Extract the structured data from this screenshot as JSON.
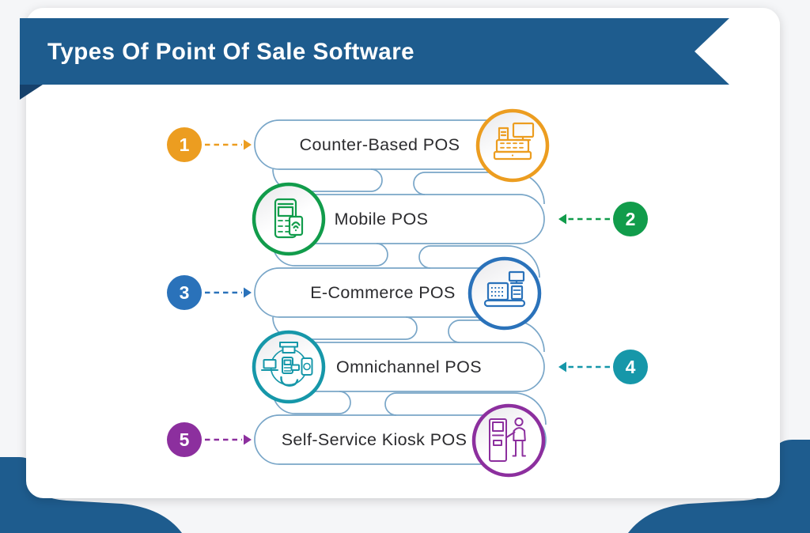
{
  "title": {
    "text": "Types Of Point Of Sale Software",
    "banner_color": "#1E5C8E",
    "fold_color": "#16416B",
    "text_color": "#FFFFFF"
  },
  "connector_color": "#79A6C8",
  "background": {
    "canvas_color": "#F5F6F8",
    "card_color": "#FFFFFF",
    "leg_color": "#1E5C8E"
  },
  "items": [
    {
      "number": "1",
      "label": "Counter-Based POS",
      "color": "#EC9D20",
      "icon": "cash-register-with-monitor",
      "badge_side": "left"
    },
    {
      "number": "2",
      "label": "Mobile POS",
      "color": "#119C4B",
      "icon": "handheld-card-terminal",
      "badge_side": "right"
    },
    {
      "number": "3",
      "label": "E-Commerce POS",
      "color": "#2A72BA",
      "icon": "online-register",
      "badge_side": "left"
    },
    {
      "number": "4",
      "label": "Omnichannel POS",
      "color": "#1697A9",
      "icon": "multi-device-channels",
      "badge_side": "right"
    },
    {
      "number": "5",
      "label": "Self-Service Kiosk POS",
      "color": "#8C2F9E",
      "icon": "kiosk-with-person",
      "badge_side": "left"
    }
  ]
}
